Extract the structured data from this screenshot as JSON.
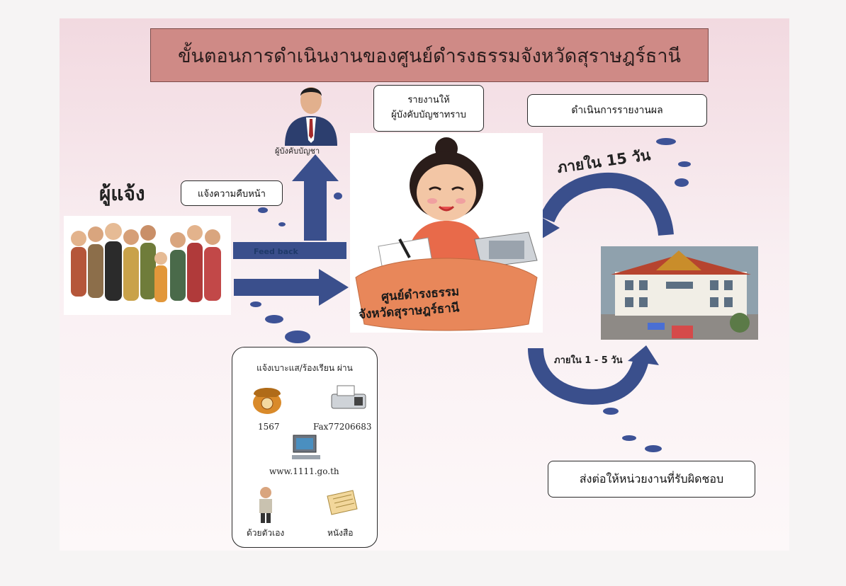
{
  "title": "ขั้นตอนการดำเนินงานของศูนย์ดำรงธรรมจังหวัดสุราษฎร์ธานี",
  "reporter_label": "ผู้แจ้ง",
  "progress_label": "แจ้งความคืบหน้า",
  "supervisor_label": "ผู้บังคับบัญชา",
  "report_supervisor_label": "รายงานให้\nผู้บังคับบัญชาทราบ",
  "report_result_label": "ดำเนินการรายงานผล",
  "feedback_label": "Feed back",
  "center_name_line1": "ศูนย์ดำรงธรรม",
  "center_name_line2": "จังหวัดสุราษฎร์ธานี",
  "within_15_days": "ภายใน 15 วัน",
  "within_1_5_days": "ภายใน 1 - 5 วัน",
  "forward_label": "ส่งต่อให้หน่วยงานที่รับผิดชอบ",
  "channels": {
    "heading": "แจ้งเบาะแส/ร้องเรียน ผ่าน",
    "phone": "1567",
    "fax": "Fax77206683",
    "web": "www.1111.go.th",
    "in_person": "ด้วยตัวเอง",
    "letter": "หนังสือ"
  },
  "colors": {
    "title_bg": "#cf8a86",
    "arrow_blue": "#3a4f8c",
    "bubble_blue": "#3d5296",
    "desk_orange": "#e8875a"
  }
}
